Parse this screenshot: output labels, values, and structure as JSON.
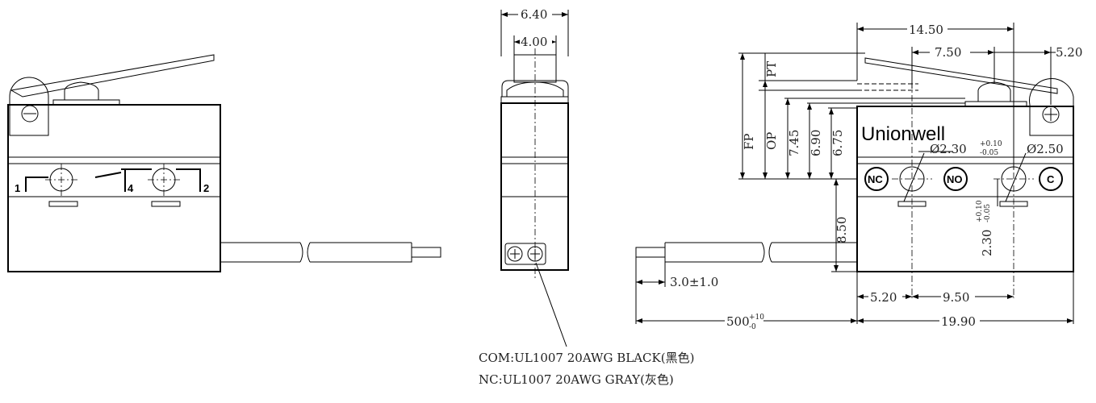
{
  "brand": "Unionwell",
  "terminals": {
    "t1": "1",
    "t4": "4",
    "t2": "2"
  },
  "pins": {
    "nc": "NC",
    "no": "NO",
    "c": "C"
  },
  "dims": {
    "d640": "6.40",
    "d400": "4.00",
    "d1450": "14.50",
    "d750": "7.50",
    "d520_top": "5.20",
    "pt": "PT",
    "fp": "FP",
    "op": "OP",
    "d745": "7.45",
    "d690": "6.90",
    "d675": "6.75",
    "hole1": "Ø2.30",
    "hole1_tol_up": "+0.10",
    "hole1_tol_dn": "-0.05",
    "hole2": "Ø2.50",
    "d850": "8.50",
    "d230": "2.30",
    "d230_tol_up": "+0.10",
    "d230_tol_dn": "-0.05",
    "strip": "3.0±1.0",
    "d520_bot": "5.20",
    "d950": "9.50",
    "cable": "500",
    "cable_tol_up": "+10",
    "cable_tol_dn": "-0",
    "d1990": "19.90"
  },
  "notes": {
    "com": "COM:UL1007 20AWG BLACK(黑色)",
    "nc": "NC:UL1007 20AWG GRAY(灰色)"
  }
}
